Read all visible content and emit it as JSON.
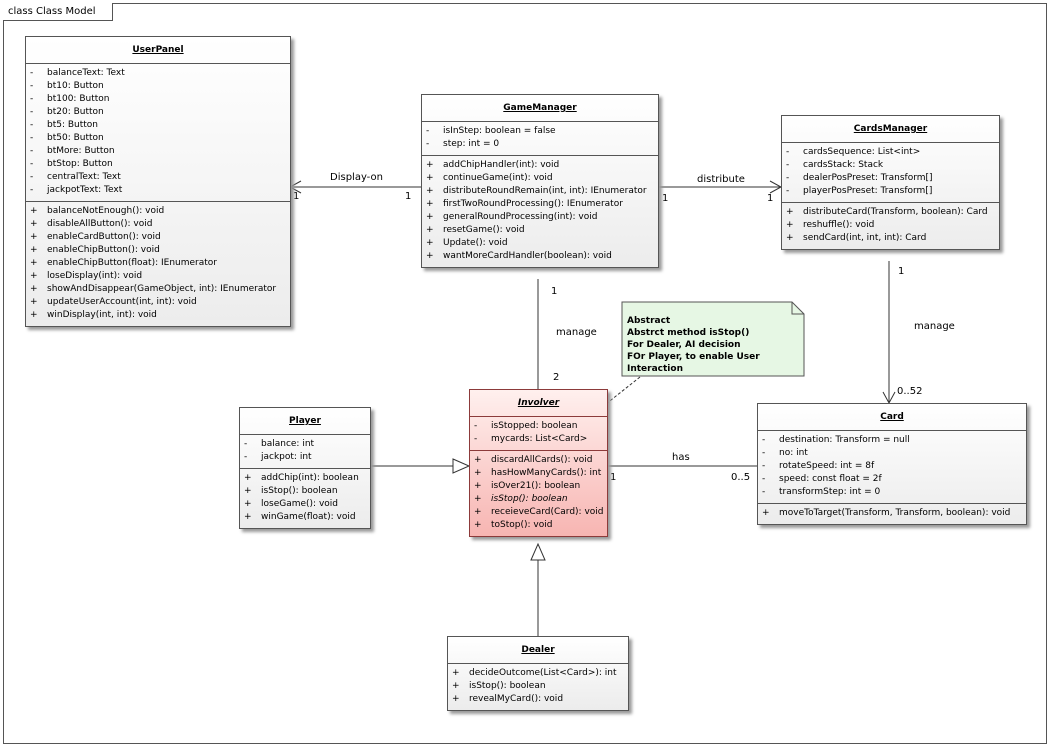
{
  "frame_title": "class Class Model",
  "classes": {
    "userpanel": {
      "name": "UserPanel",
      "attributes": [
        {
          "vis": "-",
          "text": "balanceText: Text"
        },
        {
          "vis": "-",
          "text": "bt10: Button"
        },
        {
          "vis": "-",
          "text": "bt100: Button"
        },
        {
          "vis": "-",
          "text": "bt20: Button"
        },
        {
          "vis": "-",
          "text": "bt5: Button"
        },
        {
          "vis": "-",
          "text": "bt50: Button"
        },
        {
          "vis": "-",
          "text": "btMore: Button"
        },
        {
          "vis": "-",
          "text": "btStop: Button"
        },
        {
          "vis": "-",
          "text": "centralText: Text"
        },
        {
          "vis": "-",
          "text": "jackpotText: Text"
        }
      ],
      "operations": [
        {
          "vis": "+",
          "text": "balanceNotEnough(): void"
        },
        {
          "vis": "+",
          "text": "disableAllButton(): void"
        },
        {
          "vis": "+",
          "text": "enableCardButton(): void"
        },
        {
          "vis": "+",
          "text": "enableChipButton(): void"
        },
        {
          "vis": "+",
          "text": "enableChipButton(float): IEnumerator"
        },
        {
          "vis": "+",
          "text": "loseDisplay(int): void"
        },
        {
          "vis": "+",
          "text": "showAndDisappear(GameObject, int): IEnumerator"
        },
        {
          "vis": "+",
          "text": "updateUserAccount(int, int): void"
        },
        {
          "vis": "+",
          "text": "winDisplay(int, int): void"
        }
      ]
    },
    "gamemanager": {
      "name": "GameManager",
      "attributes": [
        {
          "vis": "-",
          "text": "isInStep: boolean = false"
        },
        {
          "vis": "-",
          "text": "step: int = 0"
        }
      ],
      "operations": [
        {
          "vis": "+",
          "text": "addChipHandler(int): void"
        },
        {
          "vis": "+",
          "text": "continueGame(int): void"
        },
        {
          "vis": "+",
          "text": "distributeRoundRemain(int, int): IEnumerator"
        },
        {
          "vis": "+",
          "text": "firstTwoRoundProcessing(): IEnumerator"
        },
        {
          "vis": "+",
          "text": "generalRoundProcessing(int): void"
        },
        {
          "vis": "+",
          "text": "resetGame(): void"
        },
        {
          "vis": "+",
          "text": "Update(): void"
        },
        {
          "vis": "+",
          "text": "wantMoreCardHandler(boolean): void"
        }
      ]
    },
    "cardsmanager": {
      "name": "CardsManager",
      "attributes": [
        {
          "vis": "-",
          "text": "cardsSequence: List<int>"
        },
        {
          "vis": "-",
          "text": "cardsStack: Stack"
        },
        {
          "vis": "-",
          "text": "dealerPosPreset: Transform[]"
        },
        {
          "vis": "-",
          "text": "playerPosPreset: Transform[]"
        }
      ],
      "operations": [
        {
          "vis": "+",
          "text": "distributeCard(Transform, boolean): Card"
        },
        {
          "vis": "+",
          "text": "reshuffle(): void"
        },
        {
          "vis": "+",
          "text": "sendCard(int, int, int): Card"
        }
      ]
    },
    "player": {
      "name": "Player",
      "attributes": [
        {
          "vis": "-",
          "text": "balance: int"
        },
        {
          "vis": "-",
          "text": "jackpot: int"
        }
      ],
      "operations": [
        {
          "vis": "+",
          "text": "addChip(int): boolean"
        },
        {
          "vis": "+",
          "text": "isStop(): boolean"
        },
        {
          "vis": "+",
          "text": "loseGame(): void"
        },
        {
          "vis": "+",
          "text": "winGame(float): void"
        }
      ]
    },
    "involver": {
      "name": "Involver",
      "attributes": [
        {
          "vis": "-",
          "text": "isStopped: boolean"
        },
        {
          "vis": "-",
          "text": "mycards: List<Card>"
        }
      ],
      "operations": [
        {
          "vis": "+",
          "text": "discardAllCards(): void",
          "italic": false
        },
        {
          "vis": "+",
          "text": "hasHowManyCards(): int",
          "italic": false
        },
        {
          "vis": "+",
          "text": "isOver21(): boolean",
          "italic": false
        },
        {
          "vis": "+",
          "text": "isStop(): boolean",
          "italic": true
        },
        {
          "vis": "+",
          "text": "receieveCard(Card): void",
          "italic": false
        },
        {
          "vis": "+",
          "text": "toStop(): void",
          "italic": false
        }
      ]
    },
    "card": {
      "name": "Card",
      "attributes": [
        {
          "vis": "-",
          "text": "destination: Transform = null"
        },
        {
          "vis": "-",
          "text": "no: int"
        },
        {
          "vis": "-",
          "text": "rotateSpeed: int = 8f"
        },
        {
          "vis": "-",
          "text": "speed: const float = 2f"
        },
        {
          "vis": "-",
          "text": "transformStep: int = 0"
        }
      ],
      "operations": [
        {
          "vis": "+",
          "text": "moveToTarget(Transform, Transform, boolean): void"
        }
      ]
    },
    "dealer": {
      "name": "Dealer",
      "operations": [
        {
          "vis": "+",
          "text": "decideOutcome(List<Card>): int"
        },
        {
          "vis": "+",
          "text": "isStop(): boolean"
        },
        {
          "vis": "+",
          "text": "revealMyCard(): void"
        }
      ]
    }
  },
  "note": {
    "lines": [
      "Abstract",
      "Abstrct method isStop()",
      "For Dealer, AI decision",
      "FOr Player, to enable User Interaction"
    ]
  },
  "associations": {
    "display_on": {
      "label": "Display-on",
      "source_mult": "1",
      "target_mult": "1"
    },
    "distribute": {
      "label": "distribute",
      "source_mult": "1",
      "target_mult": "1"
    },
    "manage_involver": {
      "label": "manage",
      "source_mult": "1",
      "target_mult": "2"
    },
    "manage_card": {
      "label": "manage",
      "source_mult": "1",
      "target_mult": "0..52"
    },
    "has": {
      "label": "has",
      "source_mult": "1",
      "target_mult": "0..5"
    }
  },
  "colors": {
    "class_fill_top": "#ffffff",
    "class_fill_bottom": "#ececec",
    "abstract_fill": "#f7b5b2",
    "note_fill": "#e6f7e4",
    "line": "#333333"
  }
}
